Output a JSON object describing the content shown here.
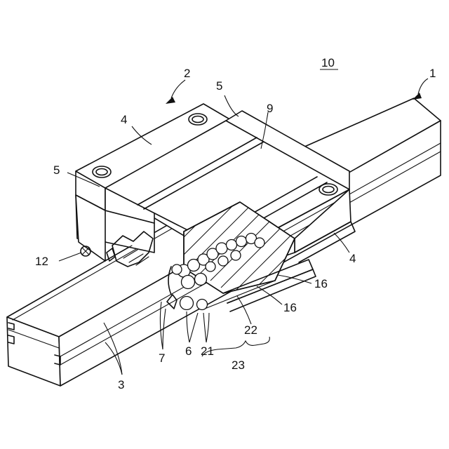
{
  "figure": {
    "assembly_label": "10",
    "labels": {
      "rail": "1",
      "carriage": "2",
      "rail_groove": "3",
      "body_left": "4",
      "body_right": "4",
      "end_cap_left": "5",
      "end_cap_right": "5",
      "balls": "6",
      "retainer": "7",
      "cover": "9",
      "grease_nipple": "12",
      "seal_a": "16",
      "seal_b": "16",
      "ball_row": "21",
      "return_path": "22",
      "circulation_path": "23"
    }
  }
}
